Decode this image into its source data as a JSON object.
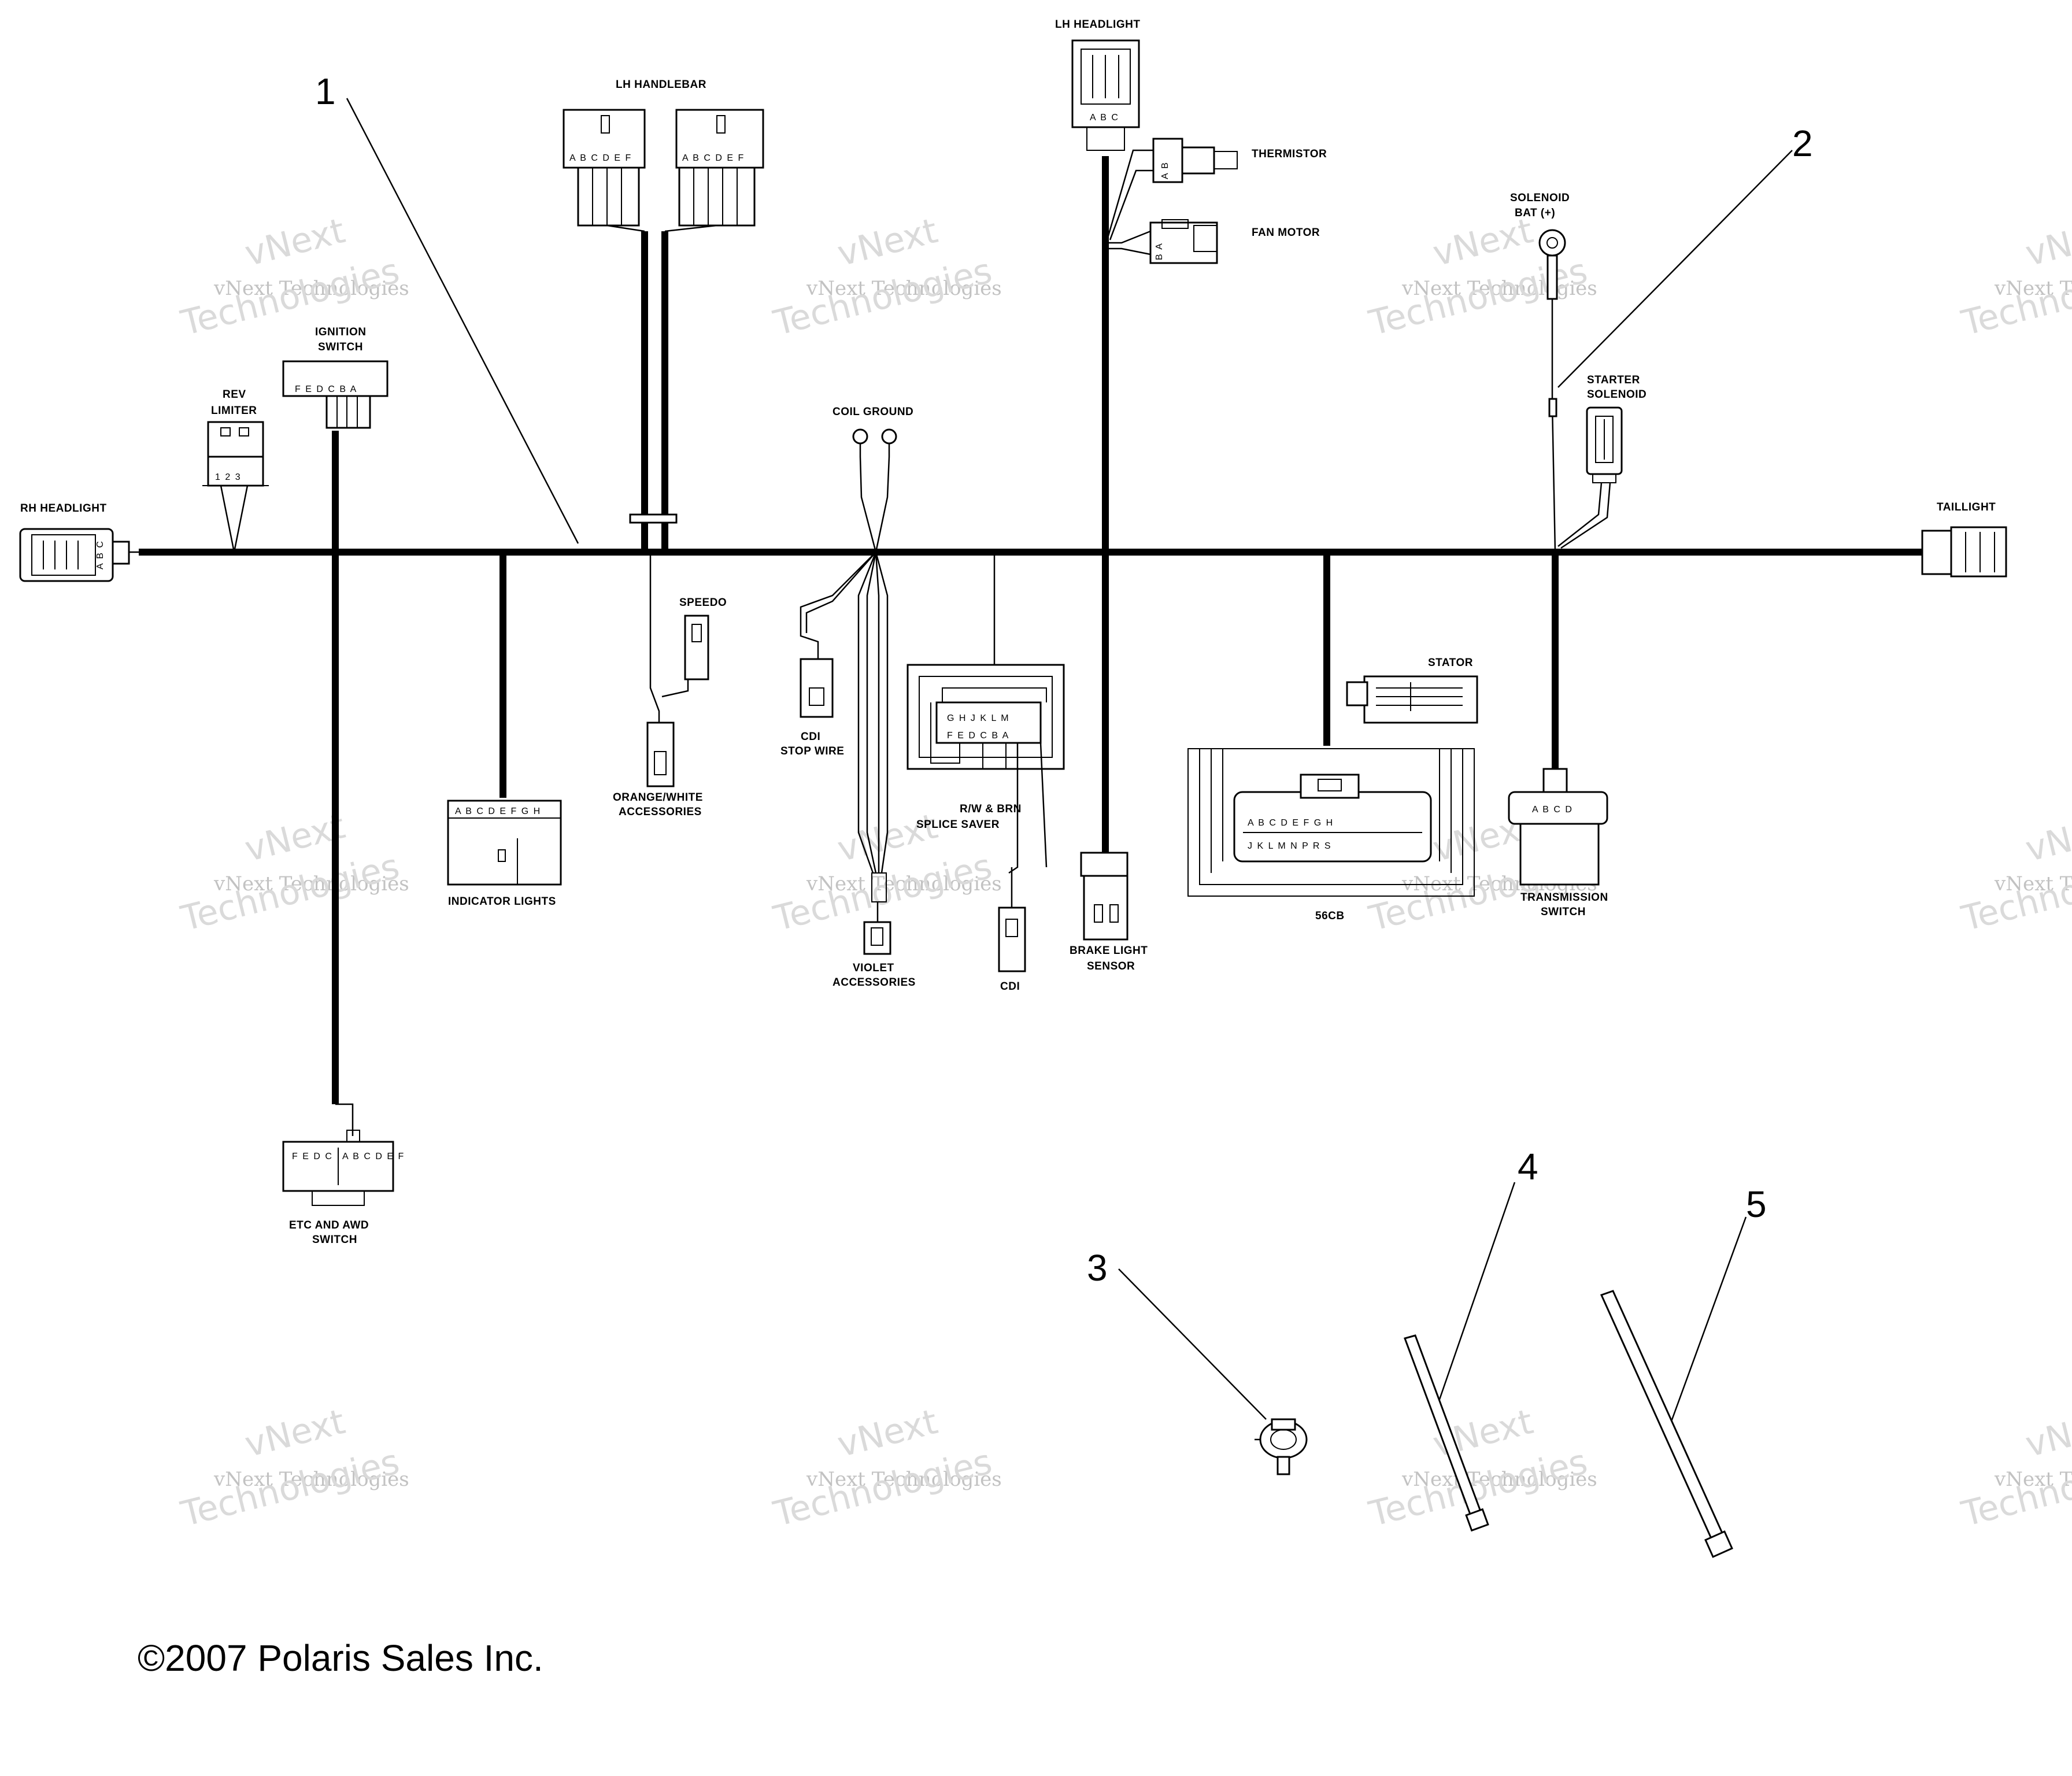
{
  "labels": {
    "lh_handlebar": "LH HANDLEBAR",
    "lh_headlight": "LH HEADLIGHT",
    "thermistor": "THERMISTOR",
    "fan_motor": "FAN MOTOR",
    "solenoid_bat_l1": "SOLENOID",
    "solenoid_bat_l2": "BAT (+)",
    "starter_solenoid_l1": "STARTER",
    "starter_solenoid_l2": "SOLENOID",
    "ignition_switch_l1": "IGNITION",
    "ignition_switch_l2": "SWITCH",
    "rev_limiter_l1": "REV",
    "rev_limiter_l2": "LIMITER",
    "rh_headlight": "RH HEADLIGHT",
    "taillight": "TAILLIGHT",
    "coil_ground": "COIL GROUND",
    "speedo": "SPEEDO",
    "cdi_stop_l1": "CDI",
    "cdi_stop_l2": "STOP WIRE",
    "orange_white_l1": "ORANGE/WHITE",
    "orange_white_l2": "ACCESSORIES",
    "indicator_lights": "INDICATOR LIGHTS",
    "splice_saver_l1": "R/W & BRN",
    "splice_saver_l2": "SPLICE SAVER",
    "violet_l1": "VIOLET",
    "violet_l2": "ACCESSORIES",
    "cdi": "CDI",
    "brake_light_l1": "BRAKE LIGHT",
    "brake_light_l2": "SENSOR",
    "stator": "STATOR",
    "ecu": "56CB",
    "transmission_l1": "TRANSMISSION",
    "transmission_l2": "SWITCH",
    "etc_awd_l1": "ETC AND AWD",
    "etc_awd_l2": "SWITCH"
  },
  "pins": {
    "handlebar_left": "A B C D E F",
    "handlebar_right": "A B C D E F",
    "lh_headlight": "A B C",
    "ignition": "F E D C B A",
    "rev_limiter": "1 2 3",
    "indicator": "A B C D E F G H",
    "splice_top": "G H J K L M",
    "splice_bottom": "F E D C B A",
    "ecu_top": "A B C D E F G H",
    "ecu_bottom": "J K L M N P R S",
    "transmission": "A B C D",
    "etc_awd_left": "F E D C",
    "etc_awd_right": "A B C D E F",
    "rh_headlight": "A B C"
  },
  "callouts": [
    "1",
    "2",
    "3",
    "4",
    "5"
  ],
  "watermark": {
    "line1": "vNext Technologies",
    "line2": "vNext",
    "line3": "Technologies"
  },
  "copyright": "©2007 Polaris Sales Inc."
}
